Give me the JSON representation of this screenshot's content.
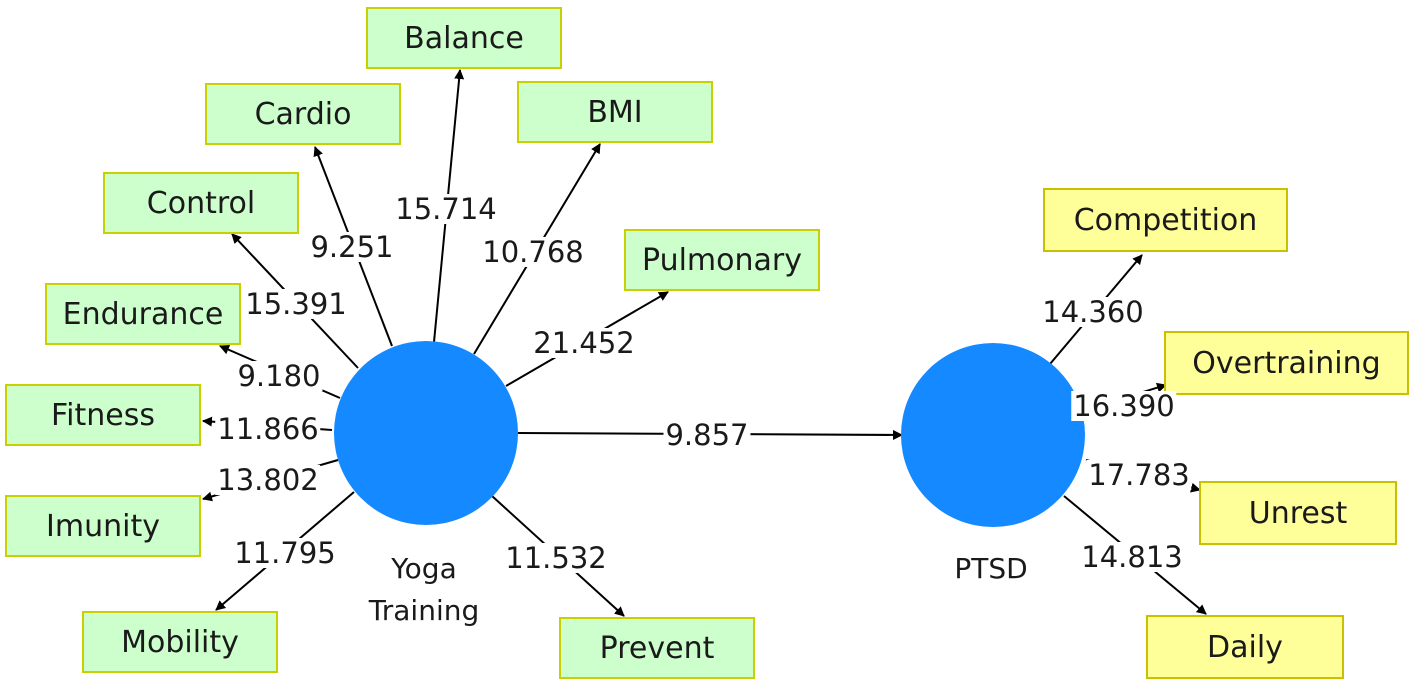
{
  "constructs": {
    "yoga": {
      "label_line1": "Yoga",
      "label_line2": "Training",
      "color": "#1589ff"
    },
    "ptsd": {
      "label": "PTSD",
      "color": "#1589ff"
    }
  },
  "indicators": {
    "balance": {
      "label": "Balance",
      "value": "15.714"
    },
    "cardio": {
      "label": "Cardio",
      "value": "9.251"
    },
    "bmi": {
      "label": "BMI",
      "value": "10.768"
    },
    "control": {
      "label": "Control",
      "value": "15.391"
    },
    "pulmonary": {
      "label": "Pulmonary",
      "value": "21.452"
    },
    "endurance": {
      "label": "Endurance",
      "value": "9.180"
    },
    "fitness": {
      "label": "Fitness",
      "value": "11.866"
    },
    "imunity": {
      "label": "Imunity",
      "value": "13.802"
    },
    "mobility": {
      "label": "Mobility",
      "value": "11.795"
    },
    "prevent": {
      "label": "Prevent",
      "value": "11.532"
    },
    "competition": {
      "label": "Competition",
      "value": "14.360"
    },
    "overtraining": {
      "label": "Overtraining",
      "value": "16.390"
    },
    "unrest": {
      "label": "Unrest",
      "value": "17.783"
    },
    "daily": {
      "label": "Daily",
      "value": "14.813"
    }
  },
  "path": {
    "value": "9.857"
  },
  "colors": {
    "formative_box": "#ccffcc",
    "reflective_box": "#ffff99",
    "construct": "#1589ff"
  }
}
